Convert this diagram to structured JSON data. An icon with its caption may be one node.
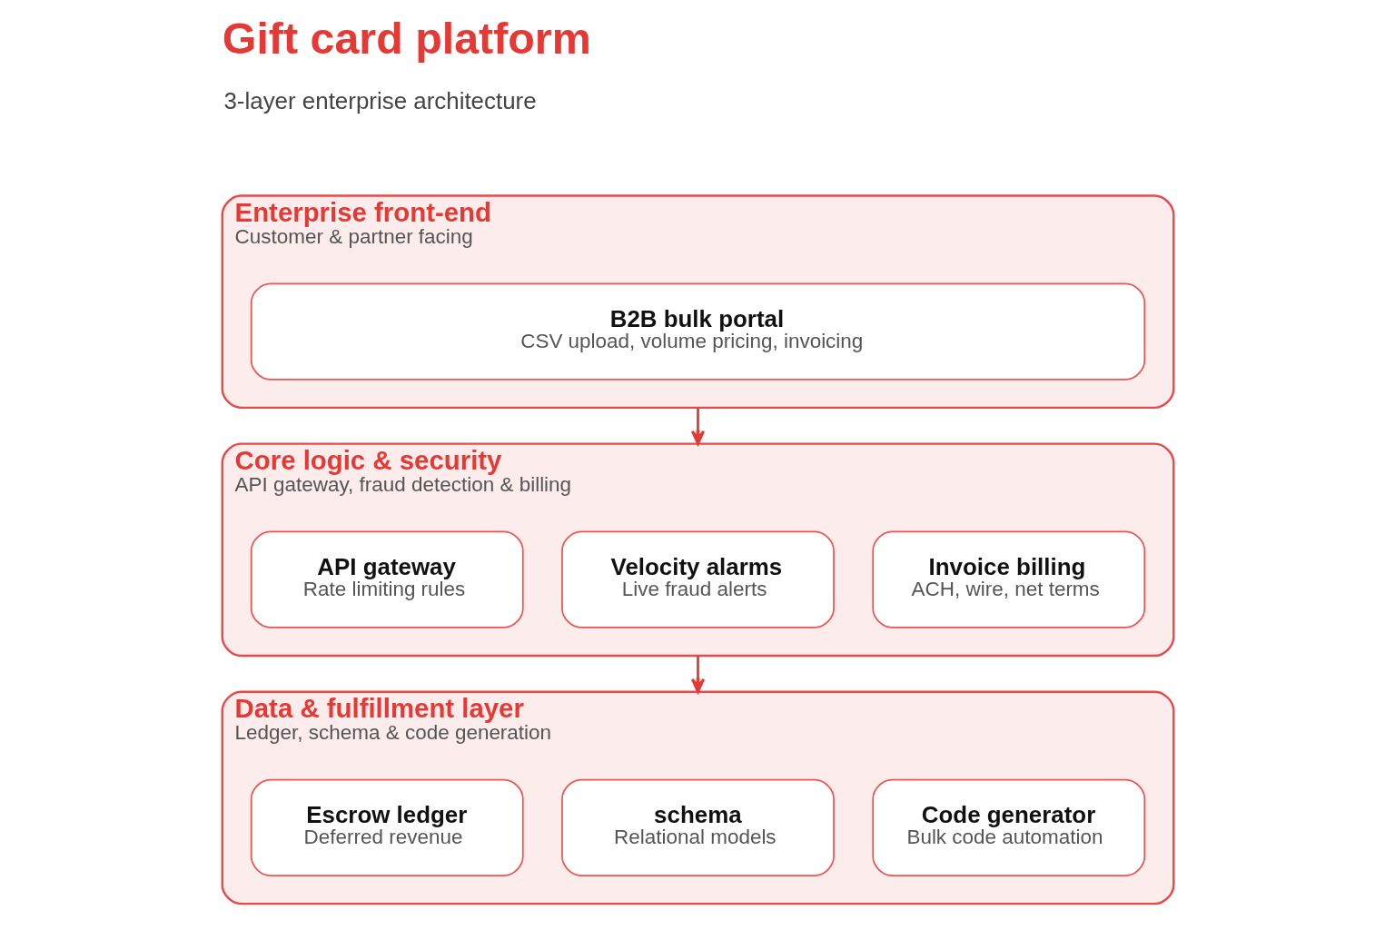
{
  "diagram": {
    "title": "Gift card platform",
    "nodes": [
      {
        "text": [
          "Enterprise front-end",
          "Customer & partner facing"
        ]
      },
      {
        "text": [
          "B2B bulk portal",
          "CSV upload, volume pricing, invoicing"
        ],
        "in": 0
      },
      {
        "text": [
          "Core logic & security",
          "API gateway, fraud detection & billing"
        ]
      },
      {
        "text": [
          "API gateway",
          "Rate limiting rules"
        ],
        "in": 2
      },
      {
        "text": [
          "Velocity alarms",
          "Live fraud alerts"
        ],
        "in": 2
      },
      {
        "text": [
          "Invoice billing",
          "ACH, wire, net terms"
        ],
        "in": 2
      },
      {
        "text": [
          "Data & fulfillment layer",
          "Ledger, schema & code generation"
        ]
      },
      {
        "text": [
          "Escrow ledger",
          "Deferred revenue"
        ],
        "in": 6
      },
      {
        "text": [
          "schema",
          "Relational models"
        ],
        "in": 6
      },
      {
        "text": [
          "Code generator",
          "Bulk code automation"
        ],
        "in": 6
      }
    ],
    "edges": [
      {
        "from": 0,
        "to": 2,
        "arrow": "to"
      },
      {
        "from": 2,
        "to": 6,
        "arrow": "to"
      }
    ],
    "labels": [
      "3-layer enterprise architecture"
    ]
  }
}
